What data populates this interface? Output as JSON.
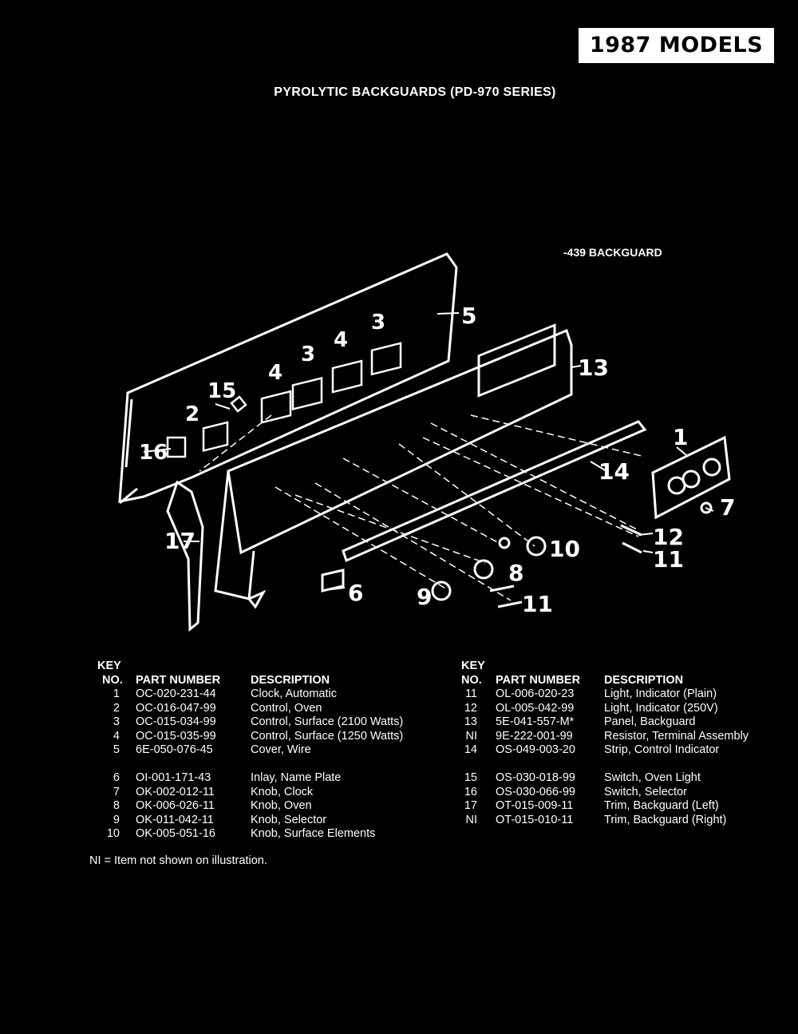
{
  "header": {
    "models_label": "1987 MODELS",
    "title": "PYROLYTIC BACKGUARDS (PD-970 SERIES)"
  },
  "diagram": {
    "subtitle": "-439 BACKGUARD",
    "callouts": [
      "1",
      "2",
      "3",
      "3",
      "4",
      "4",
      "5",
      "6",
      "7",
      "8",
      "9",
      "10",
      "11",
      "11",
      "12",
      "13",
      "14",
      "15",
      "16",
      "17"
    ]
  },
  "table": {
    "headers": {
      "key": "KEY",
      "no": "NO.",
      "part": "PART NUMBER",
      "desc": "DESCRIPTION"
    },
    "left_rows": [
      {
        "key": "1",
        "part": "OC-020-231-44",
        "desc": "Clock, Automatic"
      },
      {
        "key": "2",
        "part": "OC-016-047-99",
        "desc": "Control, Oven"
      },
      {
        "key": "3",
        "part": "OC-015-034-99",
        "desc": "Control, Surface (2100 Watts)"
      },
      {
        "key": "4",
        "part": "OC-015-035-99",
        "desc": "Control, Surface (1250 Watts)"
      },
      {
        "key": "5",
        "part": "6E-050-076-45",
        "desc": "Cover, Wire"
      },
      {
        "key": "6",
        "part": "OI-001-171-43",
        "desc": "Inlay, Name Plate"
      },
      {
        "key": "7",
        "part": "OK-002-012-11",
        "desc": "Knob, Clock"
      },
      {
        "key": "8",
        "part": "OK-006-026-11",
        "desc": "Knob, Oven"
      },
      {
        "key": "9",
        "part": "OK-011-042-11",
        "desc": "Knob, Selector"
      },
      {
        "key": "10",
        "part": "OK-005-051-16",
        "desc": "Knob, Surface Elements"
      }
    ],
    "right_rows": [
      {
        "key": "11",
        "part": "OL-006-020-23",
        "desc": "Light, Indicator (Plain)"
      },
      {
        "key": "12",
        "part": "OL-005-042-99",
        "desc": "Light, Indicator (250V)"
      },
      {
        "key": "13",
        "part": "5E-041-557-M*",
        "desc": "Panel, Backguard"
      },
      {
        "key": "NI",
        "part": "9E-222-001-99",
        "desc": "Resistor, Terminal Assembly"
      },
      {
        "key": "14",
        "part": "OS-049-003-20",
        "desc": "Strip, Control Indicator"
      },
      {
        "key": "15",
        "part": "OS-030-018-99",
        "desc": "Switch, Oven Light"
      },
      {
        "key": "16",
        "part": "OS-030-066-99",
        "desc": "Switch, Selector"
      },
      {
        "key": "17",
        "part": "OT-015-009-11",
        "desc": "Trim, Backguard (Left)"
      },
      {
        "key": "NI",
        "part": "OT-015-010-11",
        "desc": "Trim, Backguard (Right)"
      }
    ],
    "footnote": "NI = Item not shown on illustration."
  }
}
